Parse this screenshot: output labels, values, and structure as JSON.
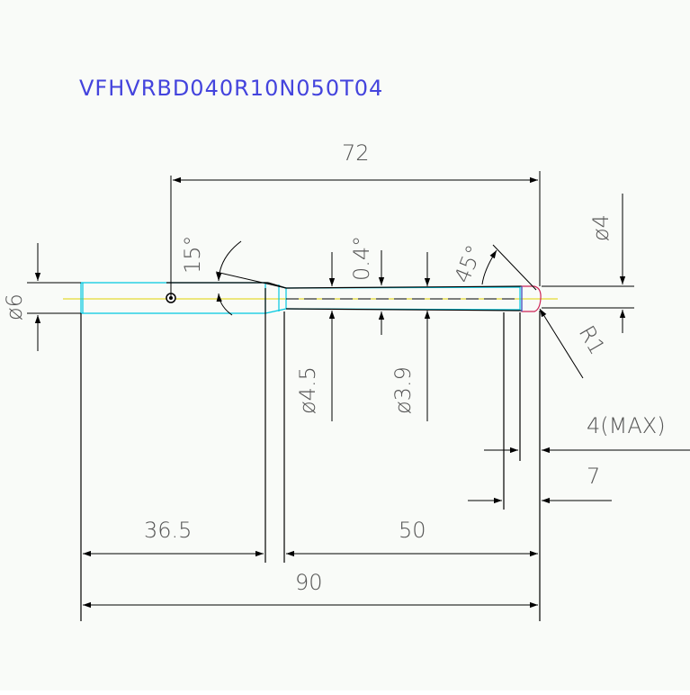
{
  "title": "VFHVRBD040R10N050T04",
  "dimensions": {
    "d72": "72",
    "d90": "90",
    "d36_5": "36.5",
    "d50": "50",
    "d7": "7",
    "d4max": "4(MAX)",
    "dia6": "ø6",
    "dia4": "ø4",
    "dia4_5": "ø4.5",
    "dia3_9": "ø3.9",
    "ang15": "15°",
    "ang0_4": "0.4°",
    "ang45": "45°",
    "r1": "R1"
  },
  "colors": {
    "line": "#000000",
    "dim_text": "#555555",
    "title": "#4444dd",
    "tool_outline": "#00c8e0",
    "center_line": "#e0d000",
    "tip_outline": "#cc2255"
  }
}
